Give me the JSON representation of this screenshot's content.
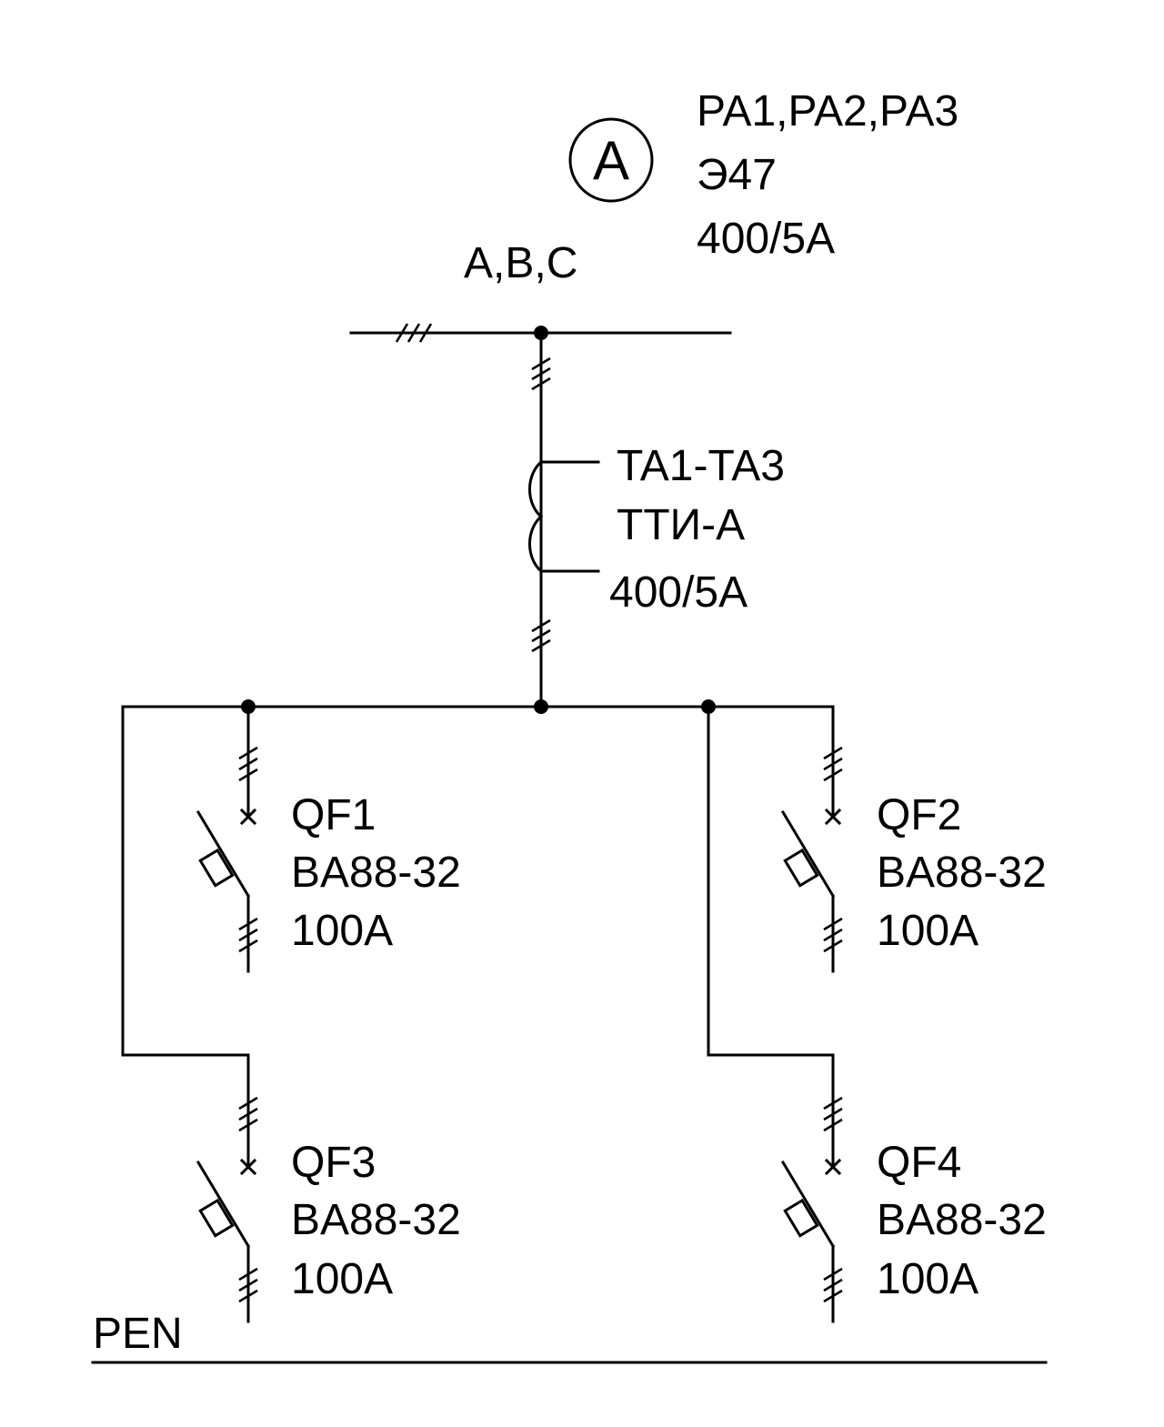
{
  "ammeter": {
    "symbol": "A",
    "designation": "PA1,PA2,PA3",
    "type": "Э47",
    "rating": "400/5A"
  },
  "bus": {
    "phases_label": "A,B,C"
  },
  "current_transformer": {
    "designation": "TA1-TA3",
    "type": "ТТИ-А",
    "rating": "400/5A"
  },
  "breakers": [
    {
      "designation": "QF1",
      "type": "BA88-32",
      "rating": "100A"
    },
    {
      "designation": "QF2",
      "type": "BA88-32",
      "rating": "100A"
    },
    {
      "designation": "QF3",
      "type": "BA88-32",
      "rating": "100A"
    },
    {
      "designation": "QF4",
      "type": "BA88-32",
      "rating": "100A"
    }
  ],
  "pen": {
    "label": "PEN"
  }
}
